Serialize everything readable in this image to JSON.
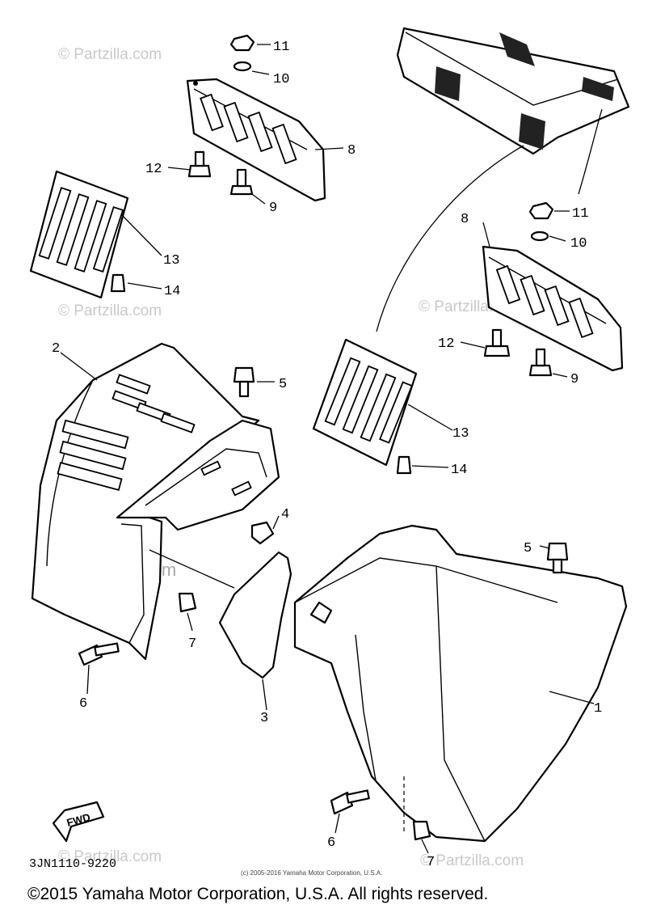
{
  "watermarks": {
    "partzilla": "© Partzilla.com"
  },
  "callouts": {
    "c1": "1",
    "c2": "2",
    "c3": "3",
    "c4": "4",
    "c5a": "5",
    "c5b": "5",
    "c6a": "6",
    "c6b": "6",
    "c7a": "7",
    "c7b": "7",
    "c8a": "8",
    "c8b": "8",
    "c9a": "9",
    "c9b": "9",
    "c10a": "10",
    "c10b": "10",
    "c11a": "11",
    "c11b": "11",
    "c12a": "12",
    "c12b": "12",
    "c13a": "13",
    "c13b": "13",
    "c14a": "14",
    "c14b": "14"
  },
  "fwd_label": "FWD",
  "diagram_code": "3JN1110-9220",
  "small_copyright": "(c) 2005-2016 Yamaha Motor Corporation, U.S.A.",
  "copyright": "©2015 Yamaha Motor Corporation, U.S.A. All rights reserved."
}
